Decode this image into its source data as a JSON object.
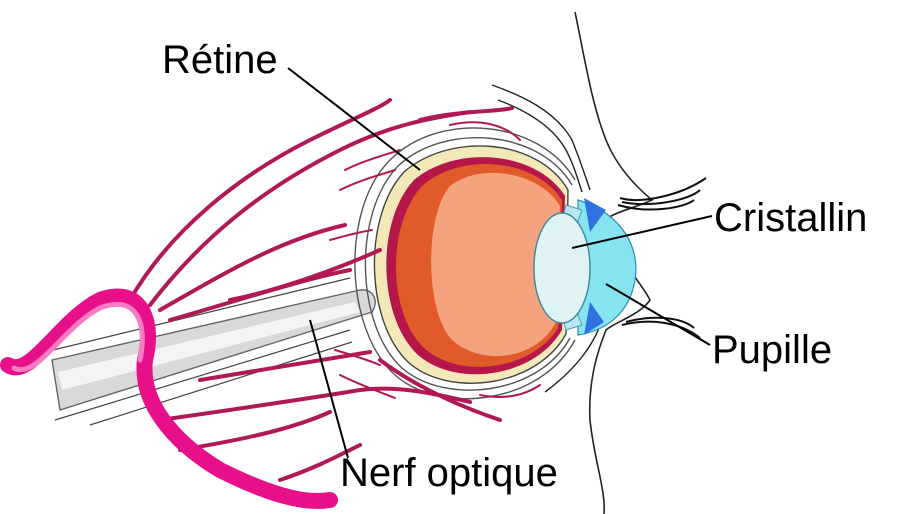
{
  "labels": {
    "retina": "Rétine",
    "lens": "Cristallin",
    "pupil": "Pupille",
    "optic_nerve": "Nerf optique"
  },
  "colors": {
    "vessel": "#b01856",
    "vessel_main": "#e8108a",
    "eyeball_inner": "#e05a2a",
    "vitreous": "#f5a27e",
    "lens": "#dff3f5",
    "cornea": "#86e3f0",
    "iris": "#2f72e0",
    "sclera": "#f3e9b8",
    "nerve": "#d9d9d9"
  }
}
